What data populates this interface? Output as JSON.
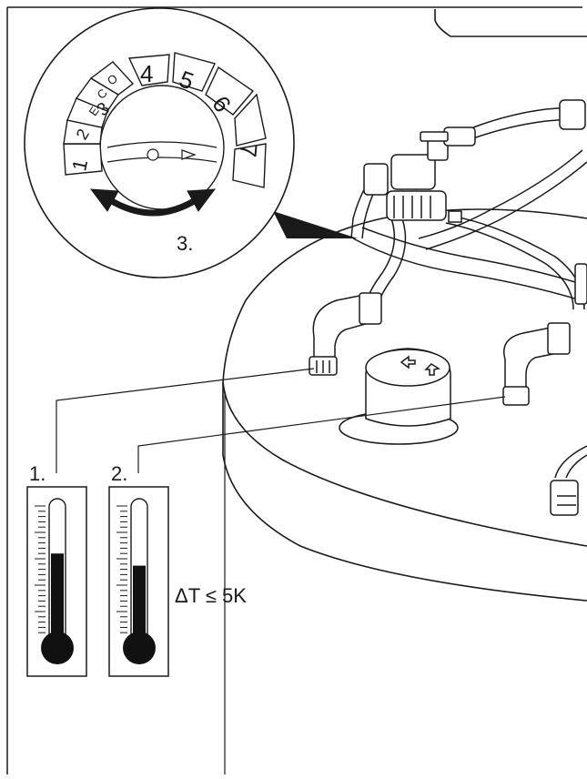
{
  "labels": {
    "step1": "1.",
    "step2": "2.",
    "step3": "3.",
    "delta": "ΔT ≤ 5K"
  },
  "dial": {
    "segments": [
      "1",
      "2",
      "3",
      "E",
      "C",
      "O",
      "4",
      "5",
      "6",
      "7"
    ]
  },
  "thermometers": [
    {
      "label": "1.",
      "fill_fraction": 0.62
    },
    {
      "label": "2.",
      "fill_fraction": 0.53
    }
  ],
  "colors": {
    "line": "#1a1a1a",
    "fill": "#ffffff",
    "mercury": "#111111"
  }
}
